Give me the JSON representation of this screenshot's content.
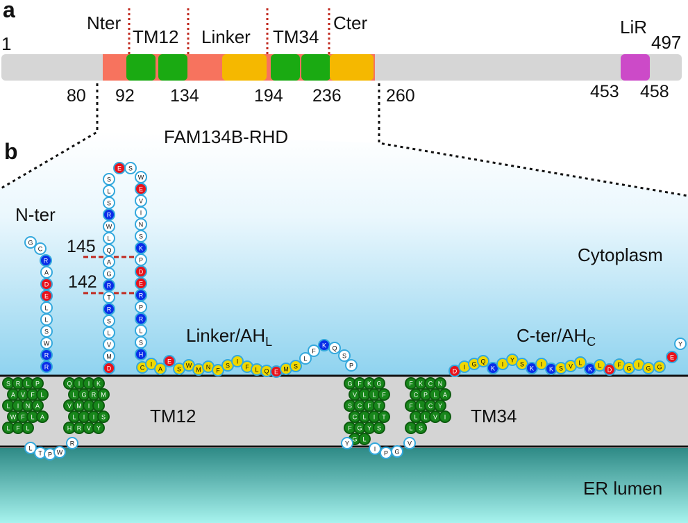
{
  "panel_a": {
    "letter": "a",
    "start": "1",
    "end": "497",
    "region_labels": [
      "Nter",
      "TM12",
      "Linker",
      "TM34",
      "Cter",
      "LiR"
    ],
    "positions": [
      "80",
      "92",
      "134",
      "194",
      "236",
      "260",
      "453",
      "458"
    ],
    "domain_name": "FAM134B-RHD"
  },
  "panel_b": {
    "letter": "b",
    "nter": "N-ter",
    "cytoplasm": "Cytoplasm",
    "er_lumen": "ER lumen",
    "tm12": "TM12",
    "tm34": "TM34",
    "linker": "Linker/AH",
    "linker_sub": "L",
    "cter": "C-ter/AH",
    "cter_sub": "C",
    "marker_145": "145",
    "marker_142": "142"
  },
  "colors": {
    "bar_grey": "#d6d6d6",
    "nter_red": "#f7735e",
    "tm_green": "#1aaa12",
    "linker_orange": "#f5b800",
    "lir_magenta": "#cc4ac8",
    "marker_red": "#c0281e",
    "residue_white": "#ffffff",
    "residue_blue": "#0a2ee8",
    "residue_red": "#e8121b",
    "residue_yellow": "#f0d800",
    "residue_green": "#17861a",
    "cyto_blue": "#8fd3ef",
    "lumen_teal": "#2e8a86"
  }
}
